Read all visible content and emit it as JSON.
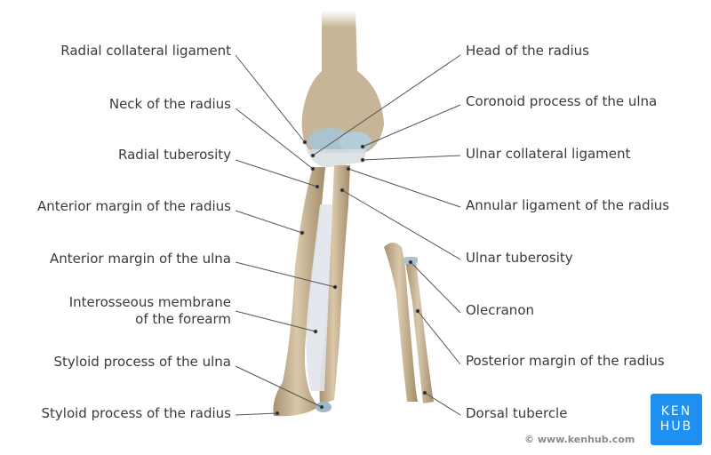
{
  "labels_left": [
    {
      "text": "Radial collateral ligament"
    },
    {
      "text": "Neck of the radius"
    },
    {
      "text": "Radial tuberosity"
    },
    {
      "text": "Anterior margin of the radius"
    },
    {
      "text": "Anterior margin of the ulna"
    },
    {
      "text": "Interosseous membrane\nof the forearm"
    },
    {
      "text": "Styloid process of the ulna"
    },
    {
      "text": "Styloid process of the radius"
    }
  ],
  "labels_right": [
    {
      "text": "Head of the radius"
    },
    {
      "text": "Coronoid process of the ulna"
    },
    {
      "text": "Ulnar collateral ligament"
    },
    {
      "text": "Annular ligament of the radius"
    },
    {
      "text": "Ulnar tuberosity"
    },
    {
      "text": "Olecranon"
    },
    {
      "text": "Posterior margin of the radius"
    },
    {
      "text": "Dorsal tubercle"
    }
  ],
  "copyright": "© www.kenhub.com",
  "logo": {
    "line1": "KEN",
    "line2": "HUB",
    "color": "#1e90f0"
  },
  "colors": {
    "bone": "#c8b496",
    "cartilage": "#a9c3cf",
    "leader": "#555555"
  }
}
